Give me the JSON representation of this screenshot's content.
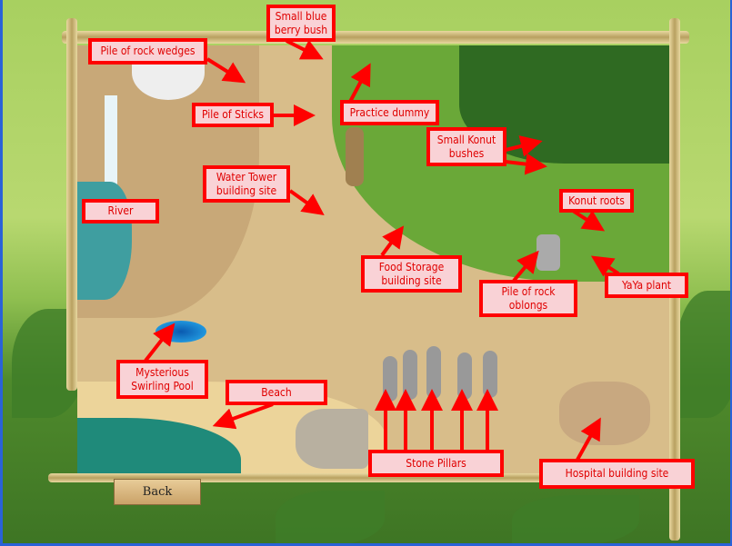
{
  "labels": {
    "berry": "Small blue berry bush",
    "wedges": "Pile of rock wedges",
    "sticks": "Pile of Sticks",
    "dummy": "Practice dummy",
    "konut_bushes": "Small Konut bushes",
    "water_tower": "Water Tower building site",
    "river": "River",
    "konut_roots": "Konut roots",
    "food_storage": "Food Storage building site",
    "oblongs": "Pile of rock oblongs",
    "yaya": "YaYa plant",
    "pool": "Mysterious Swirling Pool",
    "beach": "Beach",
    "pillars": "Stone Pillars",
    "hospital": "Hospital building site"
  },
  "back_button": "Back",
  "colors": {
    "annotation": "#ff0000",
    "annotation_bg": "#f9d2d6"
  }
}
